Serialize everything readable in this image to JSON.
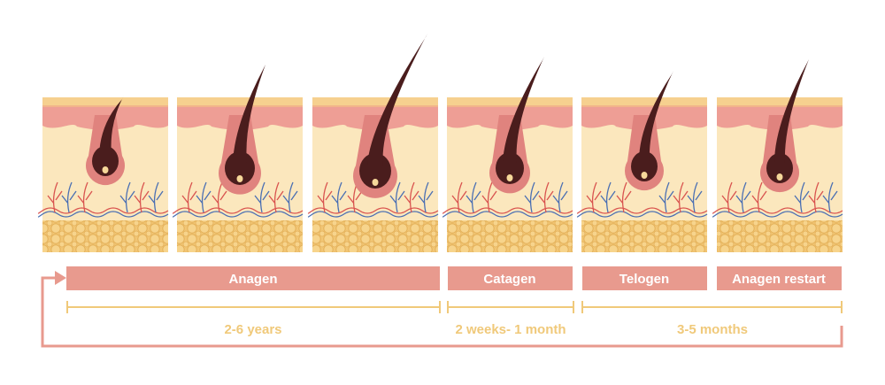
{
  "phases": [
    {
      "label": "Anagen"
    },
    {
      "label": "Catagen"
    },
    {
      "label": "Telogen"
    },
    {
      "label": "Anagen restart"
    }
  ],
  "durations": [
    {
      "label": "2-6 years"
    },
    {
      "label": "2 weeks- 1 month"
    },
    {
      "label": "3-5 months"
    }
  ],
  "colors": {
    "phase_bar": "#e89a8e",
    "duration_line": "#f0c97a",
    "duration_text": "#f0c97a",
    "epidermis_top": "#f6d08f",
    "dermis_pink": "#ee9e95",
    "dermis_cream": "#fbe7bd",
    "fat_layer": "#f2c675",
    "hair": "#4a1d1d",
    "follicle": "#e0837e",
    "vessel_red": "#d9534f",
    "vessel_blue": "#4a6fb3"
  }
}
